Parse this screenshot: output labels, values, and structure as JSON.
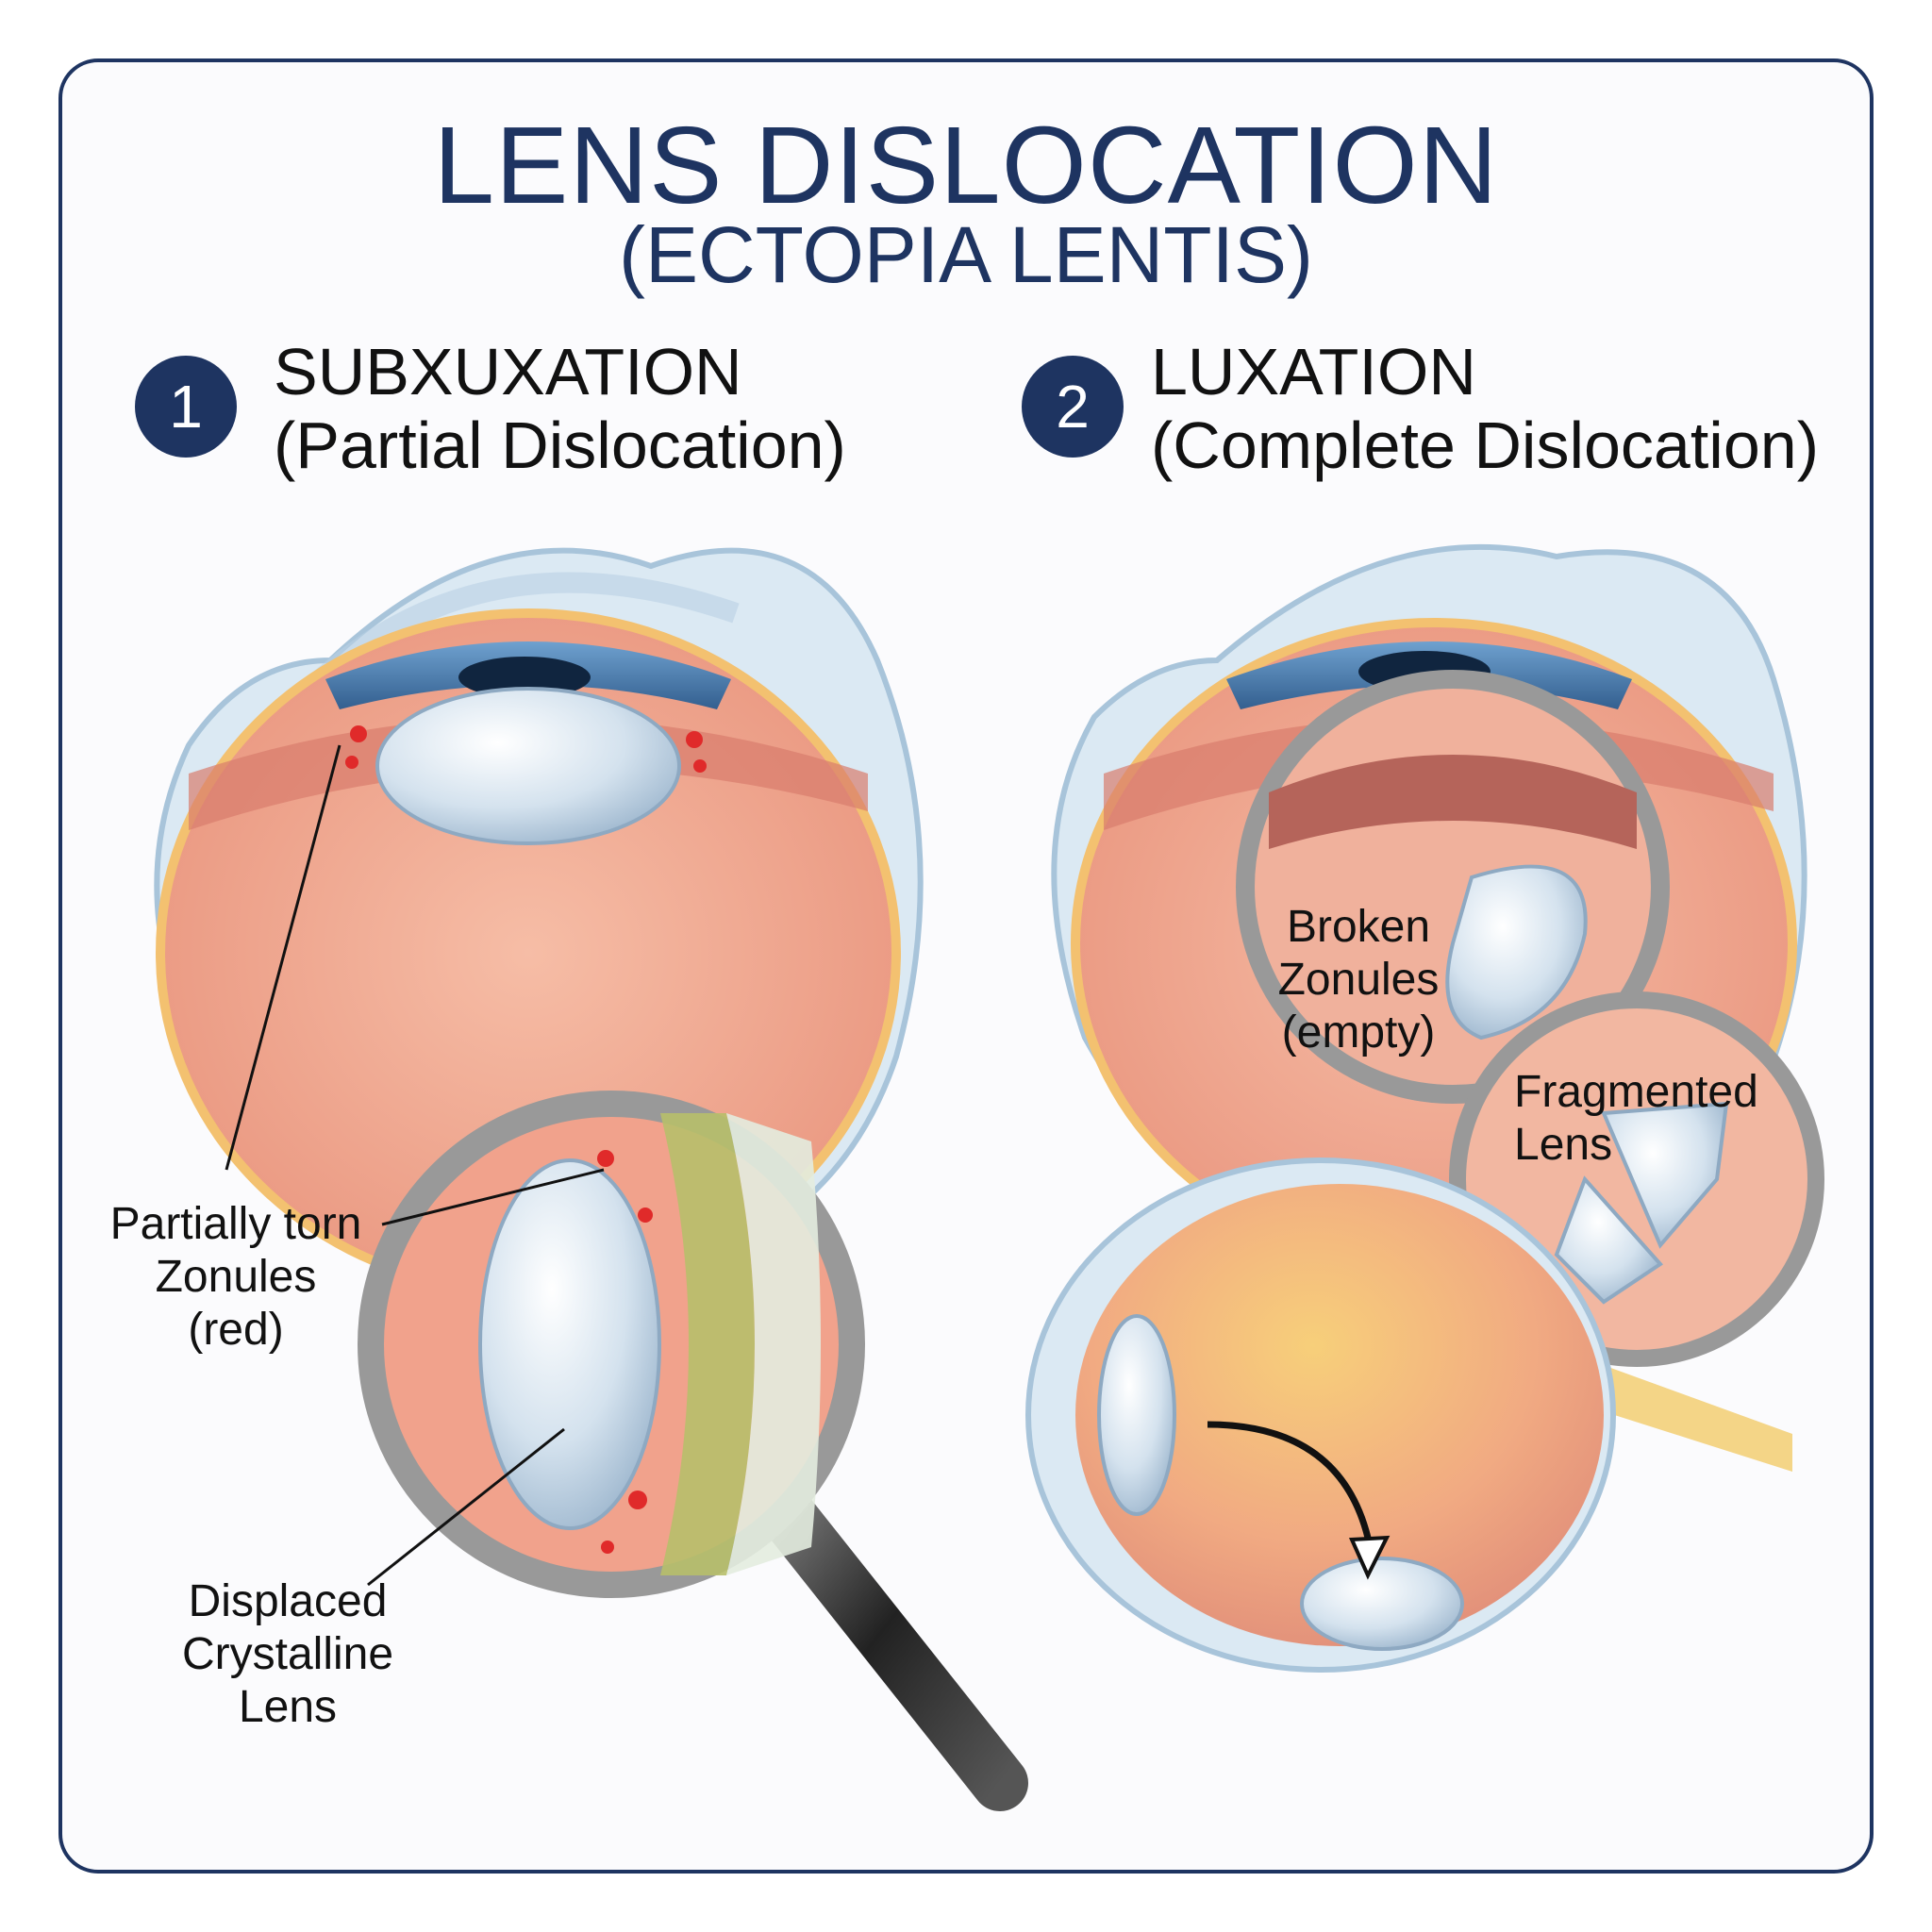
{
  "title": {
    "main": "LENS DISLOCATION",
    "sub": "(ECTOPIA LENTIS)"
  },
  "panels": [
    {
      "number": "1",
      "heading": "SUBXUXATION",
      "subheading": "(Partial Dislocation)",
      "labels": {
        "zonules": [
          "Partially torn",
          "Zonules",
          "(red)"
        ],
        "lens": [
          "Displaced",
          "Crystalline",
          "Lens"
        ]
      }
    },
    {
      "number": "2",
      "heading": "LUXATION",
      "subheading": "(Complete Dislocation)",
      "labels": {
        "broken": [
          "Broken",
          "Zonules",
          "(empty)"
        ],
        "fragmented": [
          "Fragmented",
          "Lens"
        ]
      }
    }
  ],
  "colors": {
    "navy": "#1e3461",
    "flesh": "#eea48e",
    "sclera": "#dbe9f3",
    "iris": "#4a7fae",
    "lens": "#d6e3ef",
    "zonule_tear": "#e02a2a"
  }
}
